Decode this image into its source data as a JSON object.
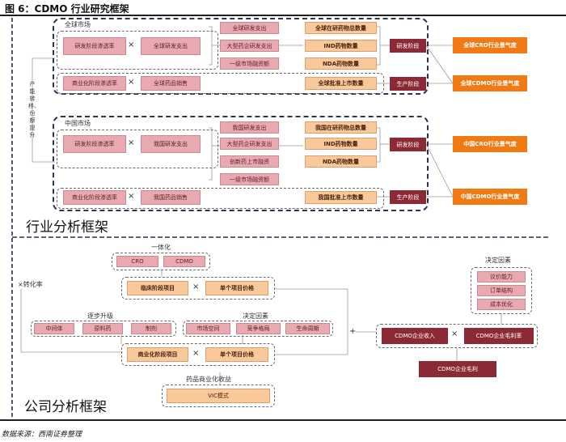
{
  "figure": {
    "title": "图 6：CDMO 行业研究框架",
    "source": "数据来源：西南证券整理"
  },
  "industry": {
    "section_title": "行业分析框架",
    "side_label": "产能转移、份额提升",
    "global": {
      "label": "全球市场",
      "rd_rate": "研发阶段渗透率",
      "rd_spend": "全球研发支出",
      "sub": [
        "全球研发支出",
        "大型药企研发支出",
        "一级市场融资额"
      ],
      "counts": [
        "全球在研药物总数量",
        "IND药物数量",
        "NDA药物数量"
      ],
      "rd_stage": "研发阶段",
      "comm_rate": "商业化阶段渗透率",
      "sales": "全球药品销售",
      "approved": "全球批准上市数量",
      "prod_stage": "生产阶段",
      "cro_out": "全球CRO行业景气度",
      "cdmo_out": "全球CDMO行业景气度"
    },
    "china": {
      "label": "中国市场",
      "rd_rate": "研发阶段渗透率",
      "rd_spend": "我国研发支出",
      "sub": [
        "我国研发支出",
        "大型药企研发支出",
        "创新药上市融资",
        "一级市场融资额"
      ],
      "counts": [
        "我国在研药物总数量",
        "IND药物数量",
        "NDA药物数量"
      ],
      "rd_stage": "研发阶段",
      "comm_rate": "商业化阶段渗透率",
      "sales": "我国药品销售",
      "approved": "我国批准上市数量",
      "prod_stage": "生产阶段",
      "cro_out": "中国CRO行业景气度",
      "cdmo_out": "中国CDMO行业景气度"
    },
    "multiply": "×"
  },
  "company": {
    "section_title": "公司分析框架",
    "integration_label": "一体化",
    "cro": "CRO",
    "cdmo": "CDMO",
    "conversion": "×转化率",
    "clinical_projects": "临床阶段项目",
    "unit_price": "单个项目价格",
    "upgrade_label": "逐步升级",
    "chain": [
      "中间体",
      "原料药",
      "制剂"
    ],
    "determinants_label": "决定因素",
    "determinants": [
      "市场空间",
      "竞争格局",
      "生命周期"
    ],
    "comm_projects": "商业化阶段项目",
    "unit_price2": "单个项目价格",
    "vic_label": "药品商业化收益",
    "vic": "VIC模式",
    "right_determinants_label": "决定因素",
    "right_determinants": [
      "议价能力",
      "订单结构",
      "成本优化"
    ],
    "revenue": "CDMO企业收入",
    "gross_margin": "CDMO企业毛利率",
    "gross_profit": "CDMO企业毛利",
    "plus": "+",
    "multiply": "×"
  },
  "colors": {
    "pink": "#e8aab0",
    "peach": "#f9c89b",
    "maroon": "#8b2a35",
    "orange": "#f07a14",
    "frame": "#2a3550"
  }
}
